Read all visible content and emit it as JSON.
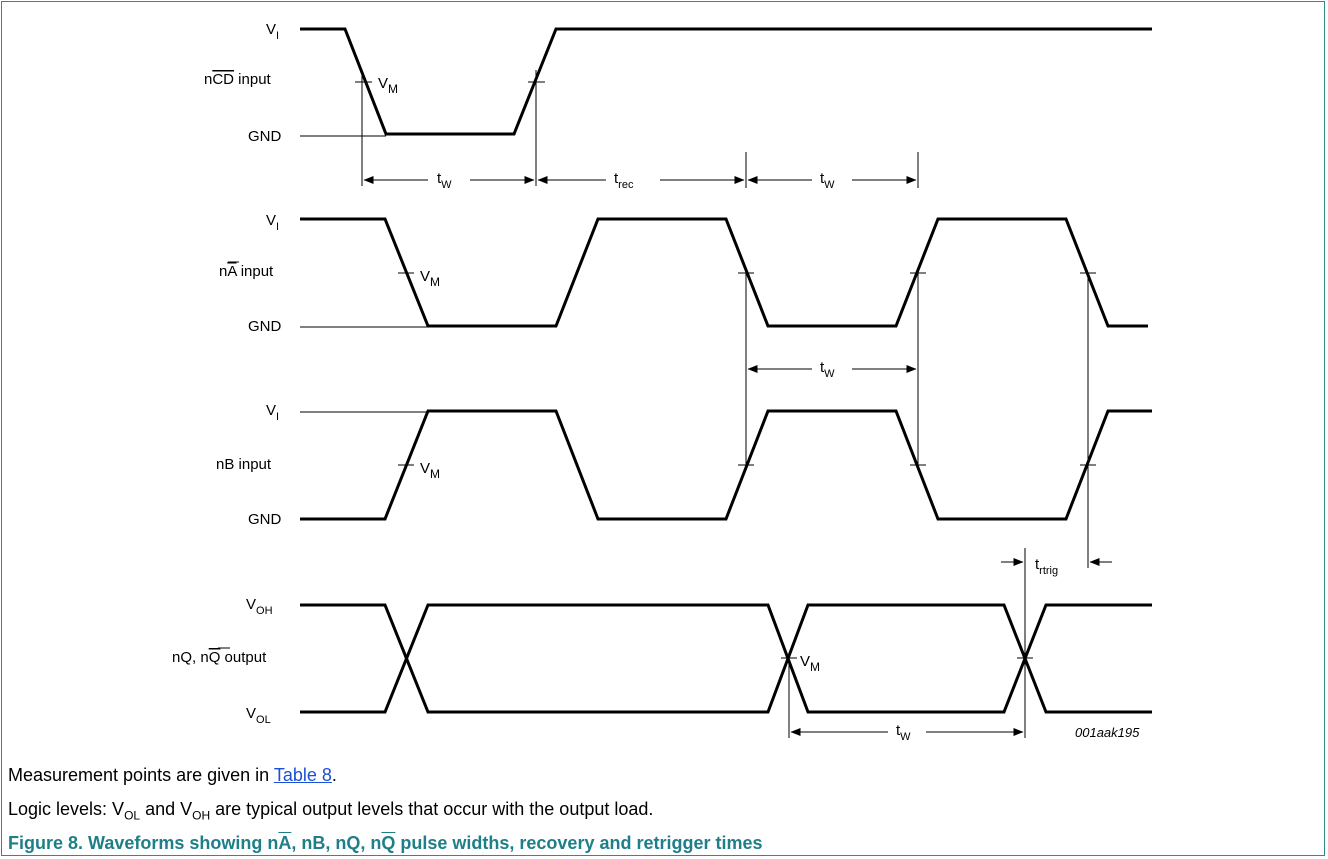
{
  "diagram": {
    "rows": [
      {
        "id": "ncd",
        "name_parts": [
          "n",
          "CD",
          " input"
        ],
        "levels": {
          "high_main": "V",
          "high_sub": "I",
          "low": "GND"
        }
      },
      {
        "id": "na",
        "name_parts": [
          "n",
          "A",
          " input"
        ],
        "levels": {
          "high_main": "V",
          "high_sub": "I",
          "low": "GND"
        }
      },
      {
        "id": "nb",
        "name": "nB input",
        "levels": {
          "high_main": "V",
          "high_sub": "I",
          "low": "GND"
        }
      },
      {
        "id": "nq",
        "name_parts": [
          "nQ, n",
          "Q",
          " output"
        ],
        "levels": {
          "high_main": "V",
          "high_sub": "OH",
          "low_main": "V",
          "low_sub": "OL"
        }
      }
    ],
    "vm": {
      "main": "V",
      "sub": "M"
    },
    "timing": {
      "tw": {
        "main": "t",
        "sub": "W"
      },
      "trec": {
        "main": "t",
        "sub": "rec"
      },
      "trtrig": {
        "main": "t",
        "sub": "rtrig"
      }
    },
    "figure_code": "001aak195"
  },
  "notes": {
    "line1_before": "Measurement points are given in ",
    "line1_link": "Table 8",
    "line1_after": ".",
    "line2": {
      "p1": "Logic levels: V",
      "sub1": "OL",
      "p2": " and V",
      "sub2": "OH",
      "p3": " are typical output levels that occur with the output load."
    }
  },
  "caption": {
    "p1": "Figure 8. Waveforms showing n",
    "a": "A",
    "p2": ", nB, nQ, n",
    "q": "Q",
    "p3": " pulse widths, recovery and retrigger times"
  },
  "colors": {
    "frame": "#2f8a8a",
    "caption": "#1f7f88",
    "link": "#1a4fd6"
  }
}
